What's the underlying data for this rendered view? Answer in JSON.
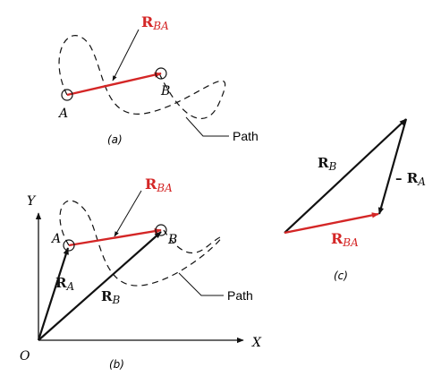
{
  "colors": {
    "red": "#d42626",
    "black": "#111111"
  },
  "panel_a": {
    "point_a": "A",
    "point_b": "B",
    "r_main": "R",
    "r_sub": "BA",
    "path_label": "Path",
    "caption": "(a)"
  },
  "panel_b": {
    "y_axis": "Y",
    "x_axis": "X",
    "origin": "O",
    "point_a": "A",
    "point_b": "B",
    "r_ba_main": "R",
    "r_ba_sub": "BA",
    "r_a_main": "R",
    "r_a_sub": "A",
    "r_b_main": "R",
    "r_b_sub": "B",
    "path_label": "Path",
    "caption": "(b)"
  },
  "panel_c": {
    "r_b_main": "R",
    "r_b_sub": "B",
    "neg_prefix": "– ",
    "neg_main": "R",
    "neg_sub": "A",
    "r_ba_main": "R",
    "r_ba_sub": "BA",
    "caption": "(c)"
  }
}
